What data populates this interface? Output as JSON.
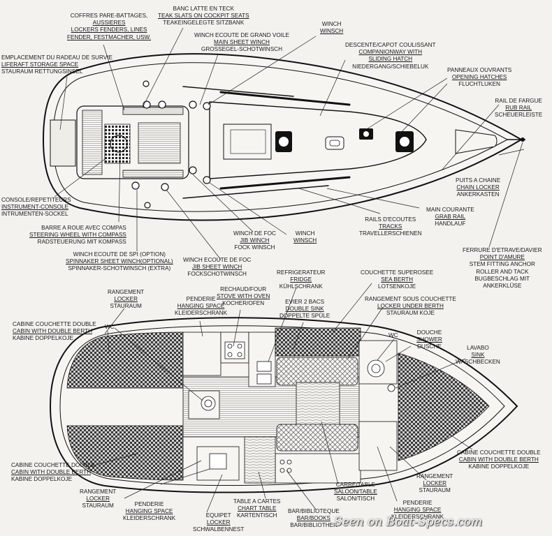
{
  "watermark": "Seen on Boat-Specs.com",
  "deck_plan": {
    "coffres": [
      "COFFRES PARE-BATTAGES,",
      "AUSSIERES",
      "LOCKERS FENDERS, LINES",
      "FENDER, FESTMACHER, USW."
    ],
    "banc": [
      "BANC LATTE EN TECK",
      "TEAK SLATS ON COCKPIT SEATS",
      "TEAKEINGELEGTE SITZBANK"
    ],
    "winch_gv": [
      "WINCH ECOUTE DE GRAND VOILE",
      "MAIN SHEET WINCH",
      "GROSSEGEL-SCHOTWINSCH"
    ],
    "winch_top": [
      "WINCH",
      "WINSCH"
    ],
    "descente": [
      "DESCENTE/CAPOT COULISSANT",
      "COMPANIONWAY WITH",
      "SLIDING HATCH",
      "NIEDERGANG/SCHIEBELUK"
    ],
    "radeau": [
      "EMPLACEMENT DU RADEAU DE SURVIE",
      "LIFERAFT STORAGE SPACE",
      "STAURAUM RETTUNGSINSEL"
    ],
    "panneaux": [
      "PANNEAUX OUVRANTS",
      "OPENING HATCHES",
      "FLUCHTLUKEN"
    ],
    "rail_fargue": [
      "RAIL DE FARGUE",
      "RUB RAIL",
      "SCHEUERLEISTE"
    ],
    "puits": [
      "PUITS A CHAINE",
      "CHAIN LOCKER",
      "ANKERKASTEN"
    ],
    "console": [
      "CONSOLE/REPETITEURS",
      "INSTRUMENT-CONSOLE",
      "INTRUMENTEN-SOCKEL"
    ],
    "main_courante": [
      "MAIN COURANTE",
      "GRAB RAIL",
      "HANDLAUF"
    ],
    "rails_ecoutes": [
      "RAILS D'ECOUTES",
      "TRACKS",
      "TRAVELLERSCHIENEN"
    ],
    "barre": [
      "BARRE A ROUE AVEC COMPAS",
      "STEERING WHEEL WITH COMPASS",
      "RADSTEUERUNG MIT KOMPASS"
    ],
    "winch_foc": [
      "WINCH DE FOC",
      "JIB WINCH",
      "FOCK WINSCH"
    ],
    "winch_mid": [
      "WINCH",
      "WINSCH"
    ],
    "winch_spi": [
      "WINCH ECOUTE DE SPI (OPTION)",
      "SPINNAKER SHEET WINCH(OPTIONAL)",
      "SPINNAKER-SCHOTWINSCH (EXTRA)"
    ],
    "winch_ecoute_foc": [
      "WINCH ECOUTE DE FOC",
      "JIB SHEET WINCH",
      "FOCKSCHOTWINSCH"
    ],
    "ferrure": [
      "FERRURE D'ETRAVE/DAVIER",
      "POINT D'AMURE",
      "STEM FITTING ANCHOR",
      "ROLLER AND TACK",
      "BUGBESCHLAG MIT",
      "ANKERKLÜSE"
    ]
  },
  "interior_plan": {
    "rangement_tl": [
      "RANGEMENT",
      "LOCKER",
      "STAURAUM"
    ],
    "penderie_t": [
      "PENDERIE",
      "HANGING SPACE",
      "KLEIDERSCHRANK"
    ],
    "rechaud": [
      "RECHAUD/FOUR",
      "STOVE WITH OVEN",
      "KOCHER/OFEN"
    ],
    "frigo": [
      "REFRIGERATEUR",
      "FRIDGE",
      "KÜHLSCHRANK"
    ],
    "couchette_sup": [
      "COUCHETTE SUPEROSEE",
      "SEA BERTH",
      "LOTSENKOJE"
    ],
    "rangement_sous": [
      "RANGEMENT SOUS COUCHETTE",
      "LOCKER UNDER BERTH",
      "STAURAUM KOJE"
    ],
    "evier": [
      "EVIER 2 BACS",
      "DOUBLE SINK",
      "DOPPELTE SPÜLE"
    ],
    "cabine_tl": [
      "CABINE COUCHETTE DOUBLE",
      "CABIN WITH DOUBLE BERTH",
      "KABINE DOPPELKOJE"
    ],
    "wc_left": [
      "WC"
    ],
    "wc_right": [
      "WC"
    ],
    "douche": [
      "DOUCHE",
      "SHOWER",
      "DUSCHE"
    ],
    "lavabo": [
      "LAVABO",
      "SINK",
      "WASCHBECKEN"
    ],
    "cabine_bl": [
      "CABINE COUCHETTE DOUBLE",
      "CABIN WITH DOUBLE BERTH",
      "KABINE DOPPELKOJE"
    ],
    "cabine_br": [
      "CABINE COUCHETTE DOUBLE",
      "CABIN WITH DOUBLE BERTH",
      "KABINE DOPPELKOJE"
    ],
    "rangement_bl": [
      "RANGEMENT",
      "LOCKER",
      "STAURAUM"
    ],
    "rangement_br": [
      "RANGEMENT",
      "LOCKER",
      "STAURAUM"
    ],
    "penderie_b": [
      "PENDERIE",
      "HANGING SPACE",
      "KLEIDERSCHRANK"
    ],
    "equipet": [
      "EQUIPET",
      "LOCKER",
      "SCHWALBENNEST"
    ],
    "table_cartes": [
      "TABLE A CARTES",
      "CHART TABLE",
      "KARTENTISCH"
    ],
    "carre": [
      "CARRE/TABLE",
      "SALOON/TABLE",
      "SALON/TISCH"
    ],
    "bar": [
      "BAR/BIBLIOTEQUE",
      "BAR/BOOKS",
      "BAR/BIBLIOTHEK"
    ],
    "penderie_br": [
      "PENDERIE",
      "HANGING SPACE",
      "KLEIDERSCHRANK"
    ]
  }
}
